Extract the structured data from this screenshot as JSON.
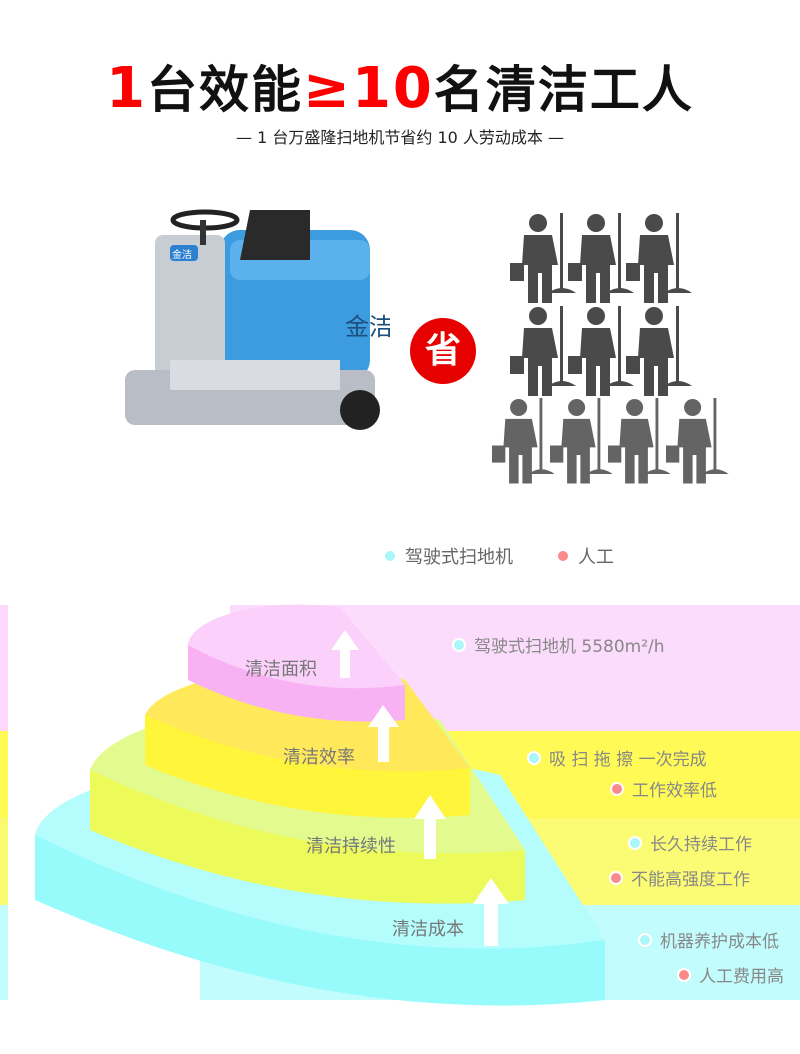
{
  "header": {
    "title_num1": "1",
    "title_mid": "台效能",
    "title_num2": "≥10",
    "title_end": "名清洁工人",
    "subtitle": "— 1 台万盛隆扫地机节省约 10 人劳动成本 —"
  },
  "machine": {
    "brand_badge": "金洁",
    "brand_text": "金洁"
  },
  "save_badge": "省",
  "legend": {
    "machine": "驾驶式扫地机",
    "worker": "人工"
  },
  "tiers": [
    {
      "label": "清洁面积",
      "color": "#fbc7f5",
      "notes": [
        {
          "type": "machine",
          "text": "驾驶式扫地机 5580m²/h"
        }
      ]
    },
    {
      "label": "清洁效率",
      "color": "#fff94a",
      "notes": [
        {
          "type": "machine",
          "text": "吸 扫 拖 擦 一次完成"
        },
        {
          "type": "worker",
          "text": "工作效率低"
        }
      ]
    },
    {
      "label": "清洁持续性",
      "color": "#eefb6a",
      "notes": [
        {
          "type": "machine",
          "text": "长久持续工作"
        },
        {
          "type": "worker",
          "text": "不能高强度工作"
        }
      ]
    },
    {
      "label": "清洁成本",
      "color": "#9ffcfc",
      "notes": [
        {
          "type": "machine",
          "text": "机器养护成本低"
        },
        {
          "type": "worker",
          "text": "人工费用高"
        }
      ]
    }
  ],
  "colors": {
    "accent_red": "#ff0000",
    "machine_dot": "#aaf6f8",
    "worker_dot": "#fb8b8b"
  }
}
